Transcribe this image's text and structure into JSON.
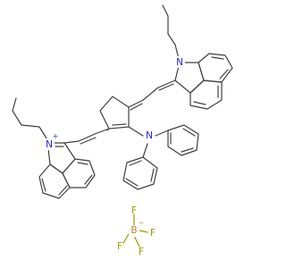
{
  "atoms": {
    "n_top": "N",
    "n_mid": "N",
    "n_left": "N",
    "n_left_charge": "+",
    "boron": "B",
    "boron_charge": "−",
    "f1": "F",
    "f2": "F",
    "f3": "F",
    "f4": "F"
  },
  "colors": {
    "nitrogen": "#2323d6",
    "boron": "#c88232",
    "fluorine": "#9a9a00",
    "bond": "#404040"
  }
}
